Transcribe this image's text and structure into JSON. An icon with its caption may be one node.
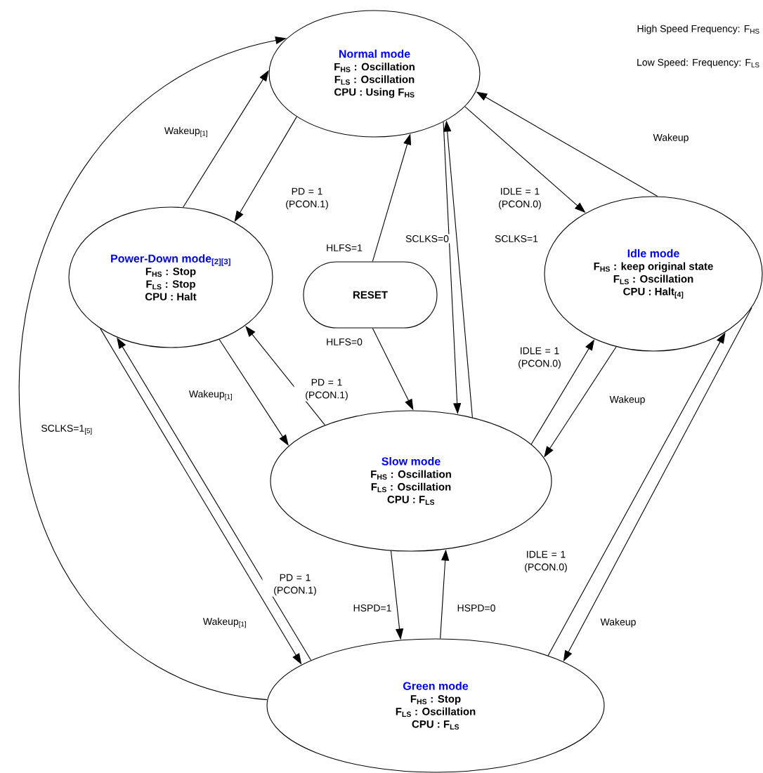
{
  "diagram": {
    "nodes": [
      {
        "text": [
          "Normal mode",
          "F$_{HS}$ : Oscillation",
          "F$_{LS}$ : Oscillation",
          "CPU : Using F$_{HS}$"
        ]
      },
      {
        "text": [
          "Power-Down mode$_{[2][3]}$",
          "F$_{HS}$ : Stop",
          "F$_{LS}$ : Stop",
          "CPU : Halt"
        ]
      },
      {
        "text": [
          "RESET"
        ]
      },
      {
        "text": [
          "Idle mode",
          "F$_{HS}$ : keep original state",
          "F$_{LS}$ : Oscillation",
          "CPU : Halt$_{[4]}$"
        ]
      },
      {
        "text": [
          "Slow mode",
          "F$_{HS}$ : Oscillation",
          "F$_{LS}$ : Oscillation",
          "CPU : F$_{LS}$"
        ]
      },
      {
        "text": [
          "Green mode",
          "F$_{HS}$ : Stop",
          "F$_{LS}$ : Oscillation",
          "CPU : F$_{LS}$"
        ]
      }
    ],
    "edges": [
      {
        "from": 1,
        "to": 0,
        "arrow": "to",
        "label": "Wakeup$_{[1]}$"
      },
      {
        "from": 0,
        "to": 1,
        "arrow": "to",
        "label": "PD = 1 (PCON.1)"
      },
      {
        "from": 2,
        "to": 0,
        "arrow": "to",
        "label": "HLFS=1"
      },
      {
        "from": 2,
        "to": 4,
        "arrow": "to",
        "label": "HLFS=0"
      },
      {
        "from": 0,
        "to": 4,
        "arrow": "to",
        "label": "SCLKS=0"
      },
      {
        "from": 4,
        "to": 0,
        "arrow": "to",
        "label": "SCLKS=1"
      },
      {
        "from": 0,
        "to": 3,
        "arrow": "to",
        "label": "IDLE = 1 (PCON.0)"
      },
      {
        "from": 3,
        "to": 0,
        "arrow": "to",
        "label": "Wakeup"
      },
      {
        "from": 1,
        "to": 4,
        "arrow": "to",
        "label": "Wakeup$_{[1]}$"
      },
      {
        "from": 4,
        "to": 1,
        "arrow": "to",
        "label": "PD = 1 (PCON.1)"
      },
      {
        "from": 4,
        "to": 3,
        "arrow": "to",
        "label": "IDLE = 1 (PCON.0)"
      },
      {
        "from": 3,
        "to": 4,
        "arrow": "to",
        "label": "Wakeup"
      },
      {
        "from": 4,
        "to": 5,
        "arrow": "to",
        "label": "HSPD=1"
      },
      {
        "from": 5,
        "to": 4,
        "arrow": "to",
        "label": "HSPD=0"
      },
      {
        "from": 1,
        "to": 5,
        "arrow": "to",
        "label": "Wakeup$_{[1]}$"
      },
      {
        "from": 5,
        "to": 1,
        "arrow": "to",
        "label": "PD = 1 (PCON.1)"
      },
      {
        "from": 5,
        "to": 0,
        "arrow": "to",
        "label": "SCLKS=1$_{[5]}$"
      },
      {
        "from": 3,
        "to": 5,
        "arrow": "to",
        "label": "Wakeup"
      },
      {
        "from": 5,
        "to": 3,
        "arrow": "to",
        "label": "IDLE = 1 (PCON.0)"
      }
    ],
    "labels": [
      "High Speed Frequency: F$_{HS}$",
      "Low Speed: Frequency: F$_{LS}$"
    ]
  }
}
